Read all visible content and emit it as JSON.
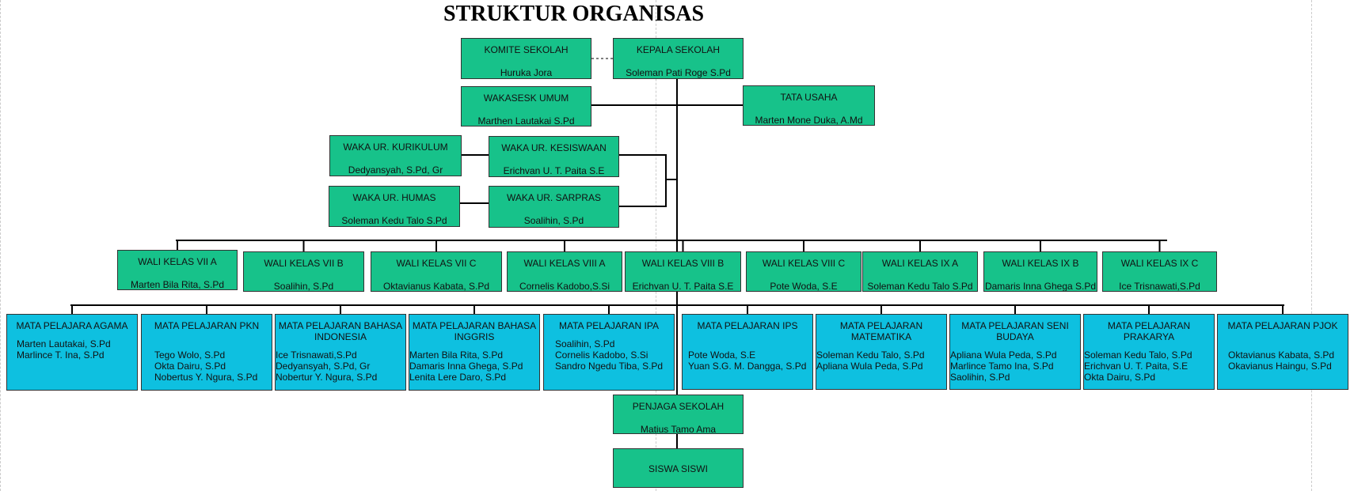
{
  "title": "STRUKTUR ORGANISAS",
  "colors": {
    "admin": "#17c28a",
    "subject": "#0ec0e0",
    "line": "#000000"
  },
  "boxes": {
    "komite": {
      "title": "KOMITE SEKOLAH",
      "person": "Huruka Jora"
    },
    "kepala": {
      "title": "KEPALA SEKOLAH",
      "person": "Soleman Pati Roge S.Pd"
    },
    "wakasek_umum": {
      "title": "WAKASESK UMUM",
      "person": "Marthen Lautakai S.Pd"
    },
    "tata_usaha": {
      "title": "TATA USAHA",
      "person": "Marten Mone Duka, A.Md"
    },
    "kurikulum": {
      "title": "WAKA UR. KURIKULUM",
      "person": "Dedyansyah, S.Pd, Gr"
    },
    "kesiswaan": {
      "title": "WAKA UR. KESISWAAN",
      "person": "Erichvan U. T. Paita S.E"
    },
    "humas": {
      "title": "WAKA UR. HUMAS",
      "person": "Soleman Kedu Talo S.Pd"
    },
    "sarpras": {
      "title": "WAKA UR. SARPRAS",
      "person": "Soalihin, S.Pd"
    },
    "penjaga": {
      "title": "PENJAGA SEKOLAH",
      "person": "Matius Tamo Ama"
    },
    "siswa": {
      "title": "SISWA SISWI"
    }
  },
  "wali_kelas": [
    {
      "title": "WALI KELAS VII A",
      "person": "Marten Bila Rita, S.Pd"
    },
    {
      "title": "WALI KELAS VII B",
      "person": "Soalihin, S.Pd"
    },
    {
      "title": "WALI KELAS VII C",
      "person": "Oktavianus Kabata, S.Pd"
    },
    {
      "title": "WALI KELAS VIII A",
      "person": "Cornelis Kadobo,S.Si"
    },
    {
      "title": "WALI KELAS VIII B",
      "person": "Erichvan U. T. Paita S.E"
    },
    {
      "title": "WALI KELAS VIII C",
      "person": "Pote Woda, S.E"
    },
    {
      "title": "WALI KELAS IX A",
      "person": "Soleman Kedu Talo S.Pd"
    },
    {
      "title": "WALI KELAS IX B",
      "person": "Damaris Inna Ghega S.Pd"
    },
    {
      "title": "WALI KELAS IX C",
      "person": "Ice Trisnawati,S.Pd"
    }
  ],
  "mapel": [
    {
      "title": "MATA PELAJARA AGAMA",
      "teachers": [
        "Marten Lautakai, S.Pd",
        "Marlince T.  Ina, S.Pd"
      ]
    },
    {
      "title": "MATA PELAJARAN PKN",
      "teachers": [
        "Tego Wolo, S.Pd",
        "Okta Dairu, S.Pd",
        "Nobertus Y. Ngura, S.Pd"
      ]
    },
    {
      "title": "MATA PELAJARAN BAHASA INDONESIA",
      "teachers": [
        "Ice Trisnawati,S.Pd",
        "Dedyansyah, S.Pd, Gr",
        "Nobertur Y. Ngura, S.Pd"
      ]
    },
    {
      "title": "MATA PELAJARAN BAHASA INGGRIS",
      "teachers": [
        "Marten Bila Rita, S.Pd",
        "Damaris Inna Ghega, S.Pd",
        "Lenita Lere Daro, S.Pd"
      ]
    },
    {
      "title": "MATA PELAJARAN IPA",
      "teachers": [
        "Soalihin, S.Pd",
        "Cornelis Kadobo, S.Si",
        "Sandro Ngedu Tiba, S.Pd"
      ]
    },
    {
      "title": "MATA PELAJARAN IPS",
      "teachers": [
        "Pote Woda, S.E",
        "Yuan S.G. M. Dangga, S.Pd"
      ]
    },
    {
      "title": "MATA PELAJARAN MATEMATIKA",
      "teachers": [
        "Soleman Kedu Talo, S.Pd",
        "Apliana Wula Peda, S.Pd"
      ]
    },
    {
      "title": "MATA PELAJARAN SENI BUDAYA",
      "teachers": [
        "Apliana Wula Peda, S.Pd",
        "Marlince Tamo Ina, S.Pd",
        "Saolihin, S.Pd"
      ]
    },
    {
      "title": "MATA PELAJARAN PRAKARYA",
      "teachers": [
        "Soleman Kedu Talo, S.Pd",
        "Erichvan U. T. Paita, S.E",
        "Okta Dairu, S.Pd"
      ]
    },
    {
      "title": "MATA PELAJARAN PJOK",
      "teachers": [
        "Oktavianus Kabata, S.Pd",
        "Okavianus Haingu, S.Pd"
      ]
    }
  ]
}
